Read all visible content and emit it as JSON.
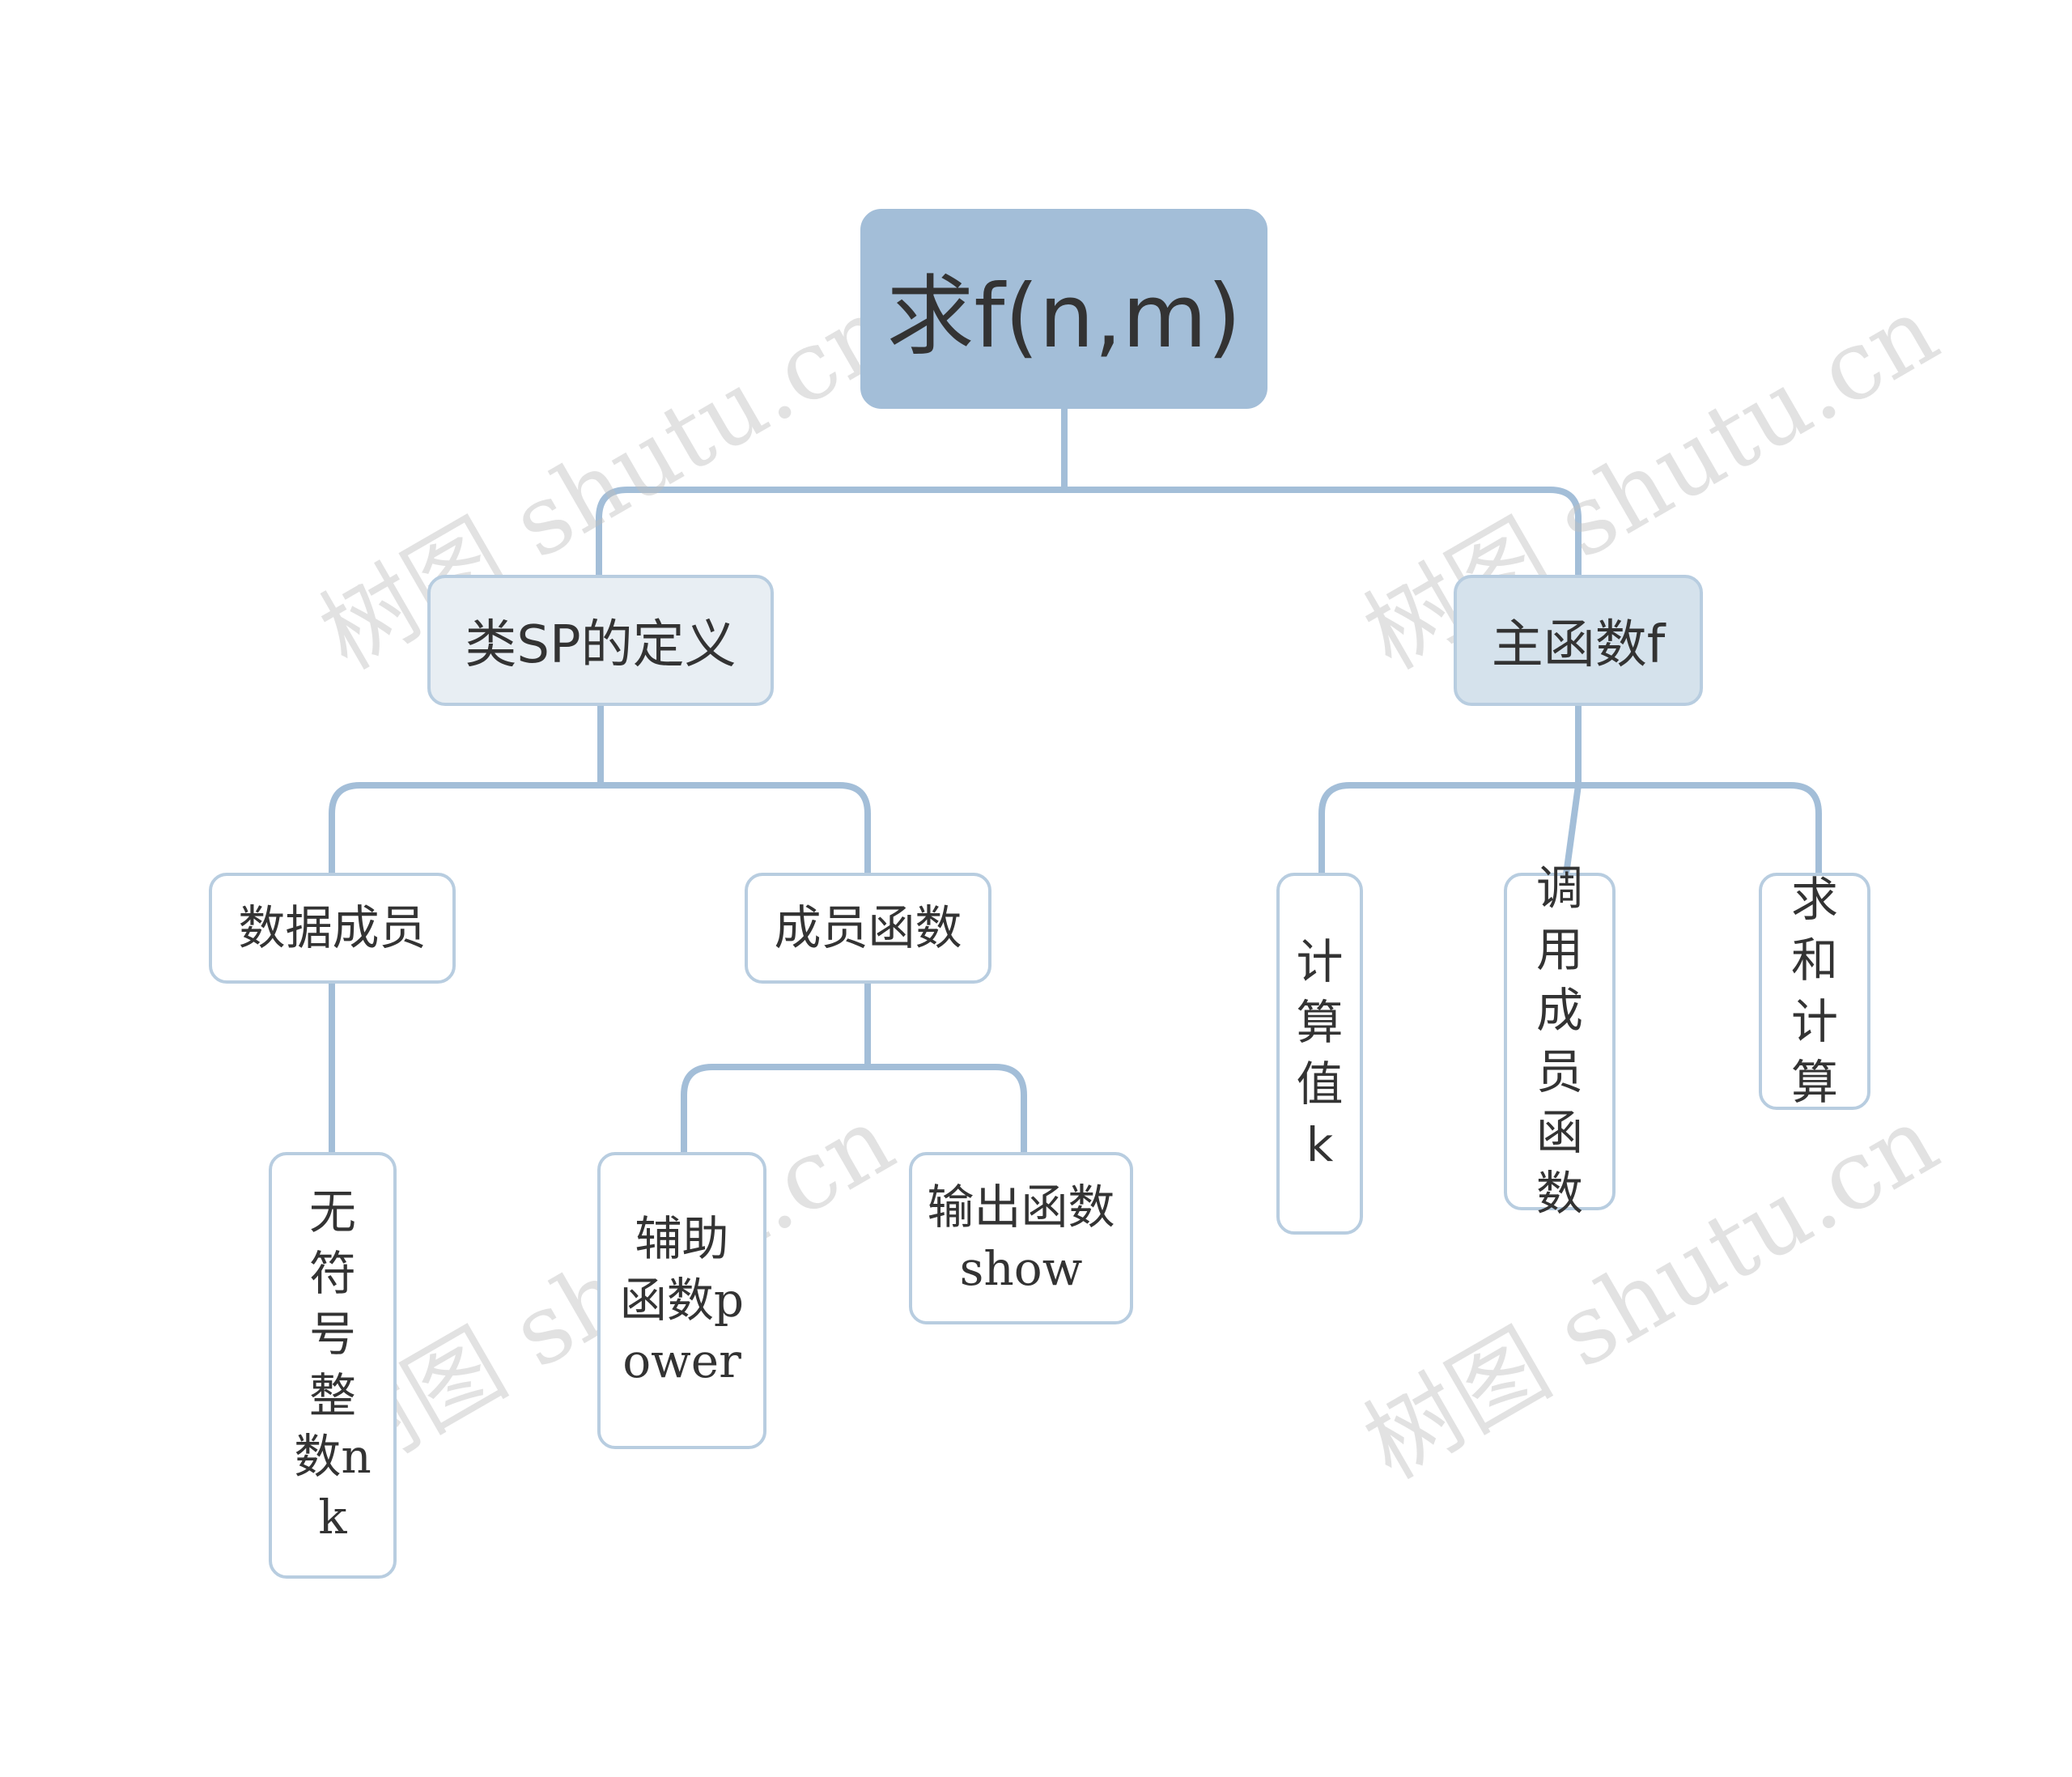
{
  "mindmap": {
    "root": {
      "label": "求f(n,m)"
    },
    "branches": [
      {
        "label": "类SP的定义",
        "children": [
          {
            "label": "数据成员",
            "children": [
              {
                "label": "无符号整数nk"
              }
            ]
          },
          {
            "label": "成员函数",
            "children": [
              {
                "label": "辅助函数power"
              },
              {
                "label": "输出函数show"
              }
            ]
          }
        ]
      },
      {
        "label": "主函数f",
        "children": [
          {
            "label": "计算值k"
          },
          {
            "label": "调用成员函数"
          },
          {
            "label": "求和计算"
          }
        ]
      }
    ]
  },
  "watermark": {
    "text": "树图 shutu.cn"
  },
  "colors": {
    "connector": "#a3bed8",
    "root_fill": "#a3bed8",
    "branch_fill_left": "#e8eef3",
    "branch_fill_right": "#d5e2ec",
    "node_border": "#b8cde0"
  }
}
